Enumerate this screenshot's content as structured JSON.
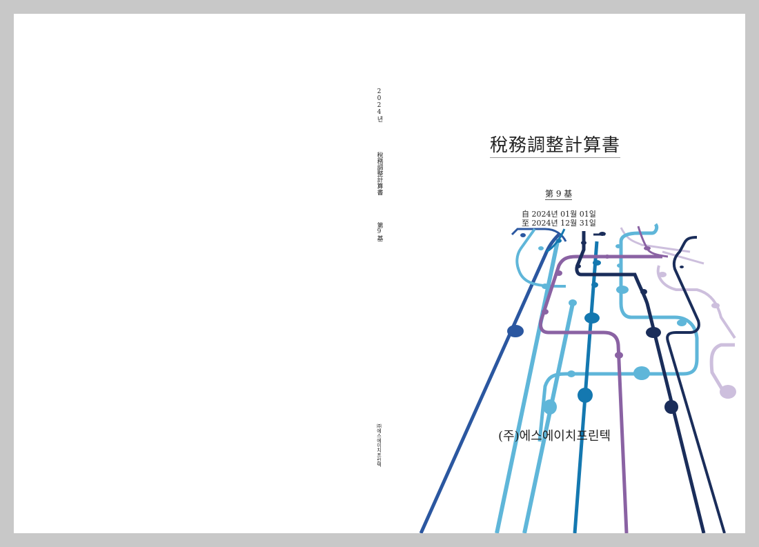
{
  "spine": {
    "year": "2024년",
    "title": "稅務調整計算書",
    "period": "第9基",
    "company": "㈜에스에이치프린텍"
  },
  "cover": {
    "title": "稅務調整計算書",
    "period_label": "第 9 基",
    "date_from": "自 2024년 01월 01일",
    "date_to": "至 2024년 12월 31일",
    "company": "(주)에스에이치프린텍"
  },
  "graphic": {
    "name": "metro-line-decoration",
    "colors": [
      "#2b57a0",
      "#5fb6d9",
      "#1a2d5a",
      "#8a62a3",
      "#1478b0",
      "#cdbfdd"
    ]
  }
}
